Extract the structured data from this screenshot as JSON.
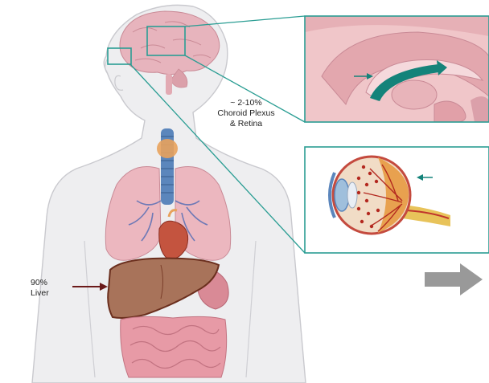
{
  "labels": {
    "choroid_line1": "~ 2-10%",
    "choroid_line2": "Choroid Plexus",
    "choroid_line3": "& Retina",
    "liver_line1": "90%",
    "liver_line2": "Liver"
  },
  "icons": {
    "next_arrow": "right-arrow-icon"
  },
  "colors": {
    "body_skin": "#eeeef0",
    "body_outline": "#c9c9ce",
    "brain": "#e7b4bd",
    "lungs": "#ecb7bf",
    "liver": "#a8735a",
    "liver_outline": "#6b2f1e",
    "trachea": "#5b86bc",
    "intestines": "#e79aa6",
    "teal_accent": "#2a9d93",
    "ventricle_highlight": "#14837a",
    "callout_arrow": "#6b1a1a",
    "next_arrow": "#999999"
  }
}
